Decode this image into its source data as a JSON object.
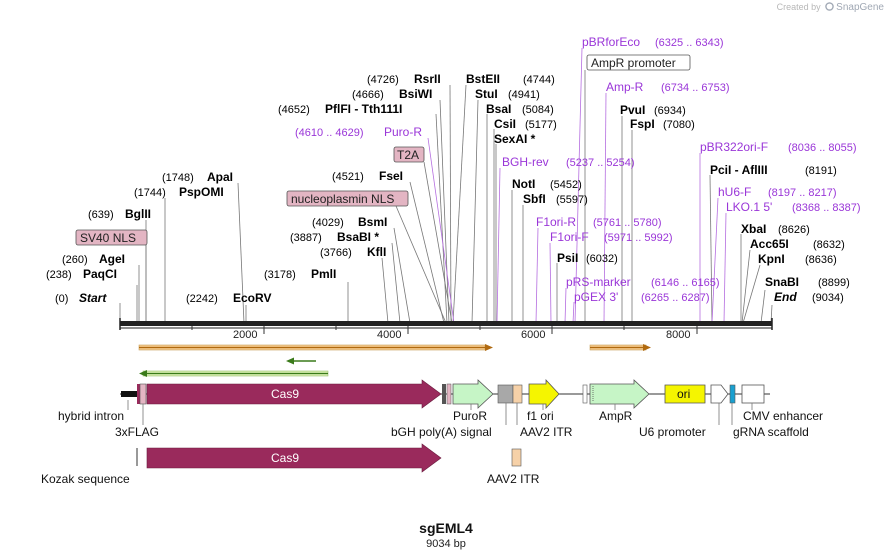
{
  "credit": {
    "prefix": "Created by",
    "brand": "SnapGene"
  },
  "title": "sgEML4",
  "length_label": "9034 bp",
  "axis": {
    "ticks": [
      "2000",
      "4000",
      "6000",
      "8000"
    ]
  },
  "colors": {
    "cas9": "#9a2a5c",
    "feature_green": "#c6f5c6",
    "ori_yellow": "#f5f500",
    "label_purple": "#9a36d8"
  },
  "sites": [
    {
      "name": "Start",
      "pos": "(0)",
      "italic": true
    },
    {
      "name": "PaqCI",
      "pos": "(238)"
    },
    {
      "name": "AgeI",
      "pos": "(260)"
    },
    {
      "name": "BglII",
      "pos": "(639)"
    },
    {
      "name": "PspOMI",
      "pos": "(1744)"
    },
    {
      "name": "ApaI",
      "pos": "(1748)"
    },
    {
      "name": "EcoRV",
      "pos": "(2242)"
    },
    {
      "name": "PmlI",
      "pos": "(3178)"
    },
    {
      "name": "KflI",
      "pos": "(3766)"
    },
    {
      "name": "BsaBI *",
      "pos": "(3887)"
    },
    {
      "name": "BsmI",
      "pos": "(4029)"
    },
    {
      "name": "FseI",
      "pos": "(4521)"
    },
    {
      "name": "PflFI - Tth111I",
      "pos": "(4652)"
    },
    {
      "name": "BsiWI",
      "pos": "(4666)"
    },
    {
      "name": "RsrII",
      "pos": "(4726)"
    },
    {
      "name": "BstEII",
      "pos": "(4744)"
    },
    {
      "name": "StuI",
      "pos": "(4941)"
    },
    {
      "name": "BsaI",
      "pos": "(5084)"
    },
    {
      "name": "CsiI",
      "pos": "(5177)"
    },
    {
      "name": "SexAI *",
      "pos": ""
    },
    {
      "name": "NotI",
      "pos": "(5452)"
    },
    {
      "name": "SbfI",
      "pos": "(5597)"
    },
    {
      "name": "PsiI",
      "pos": "(6032)"
    },
    {
      "name": "PvuI",
      "pos": "(6934)"
    },
    {
      "name": "FspI",
      "pos": "(7080)"
    },
    {
      "name": "PciI - AflIII",
      "pos": "(8191)"
    },
    {
      "name": "XbaI",
      "pos": "(8626)"
    },
    {
      "name": "Acc65I",
      "pos": "(8632)"
    },
    {
      "name": "KpnI",
      "pos": "(8636)"
    },
    {
      "name": "SnaBI",
      "pos": "(8899)"
    },
    {
      "name": "End",
      "pos": "(9034)",
      "italic": true
    }
  ],
  "primers": [
    {
      "name": "Puro-R",
      "range": "(4610 .. 4629)"
    },
    {
      "name": "BGH-rev",
      "range": "(5237 .. 5254)"
    },
    {
      "name": "F1ori-R",
      "range": "(5761 .. 5780)"
    },
    {
      "name": "F1ori-F",
      "range": "(5971 .. 5992)"
    },
    {
      "name": "pRS-marker",
      "range": "(6146 .. 6165)"
    },
    {
      "name": "pGEX 3'",
      "range": "(6265 .. 6287)"
    },
    {
      "name": "pBRforEco",
      "range": "(6325 .. 6343)"
    },
    {
      "name": "Amp-R",
      "range": "(6734 .. 6753)"
    },
    {
      "name": "pBR322ori-F",
      "range": "(8036 .. 8055)"
    },
    {
      "name": "hU6-F",
      "range": "(8197 .. 8217)"
    },
    {
      "name": "LKO.1 5'",
      "range": "(8368 .. 8387)"
    }
  ],
  "boxed_features": [
    "SV40 NLS",
    "T2A",
    "nucleoplasmin NLS",
    "AmpR promoter"
  ],
  "features": {
    "cas9_label": "Cas9",
    "ori_label": "ori",
    "labels": [
      "hybrid intron",
      "3xFLAG",
      "Kozak sequence",
      "bGH poly(A) signal",
      "PuroR",
      "f1 ori",
      "AAV2 ITR",
      "AmpR",
      "U6 promoter",
      "CMV enhancer",
      "gRNA scaffold",
      "AAV2 ITR"
    ]
  }
}
